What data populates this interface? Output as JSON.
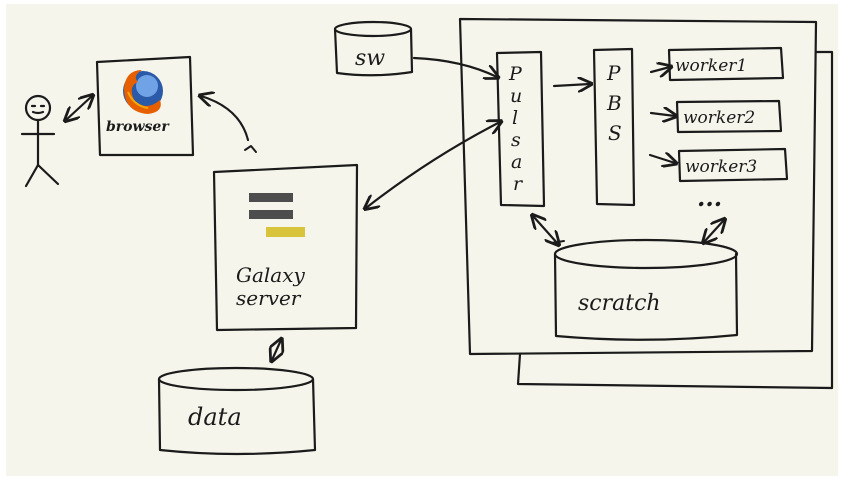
{
  "labels": {
    "sw": "sw",
    "browser": "browser",
    "galaxy_line1": "Galaxy",
    "galaxy_line2": "server",
    "data": "data",
    "pulsar": [
      "P",
      "u",
      "l",
      "s",
      "a",
      "r"
    ],
    "pbs": [
      "P",
      "B",
      "S"
    ],
    "workers": [
      "worker1",
      "worker2",
      "worker3"
    ],
    "ellipsis": "...",
    "scratch": "scratch"
  },
  "colors": {
    "ink": "#1b1b1b",
    "paper": "#f6f5ec",
    "galaxy_bar": "#4d4d4d",
    "galaxy_accent": "#d7c43a",
    "firefox_orange": "#e66000",
    "firefox_blue": "#2a5aa8"
  },
  "icons": {
    "person": "stick-figure-icon",
    "browser": "firefox-logo-icon",
    "galaxy": "galaxy-logo-icon"
  }
}
